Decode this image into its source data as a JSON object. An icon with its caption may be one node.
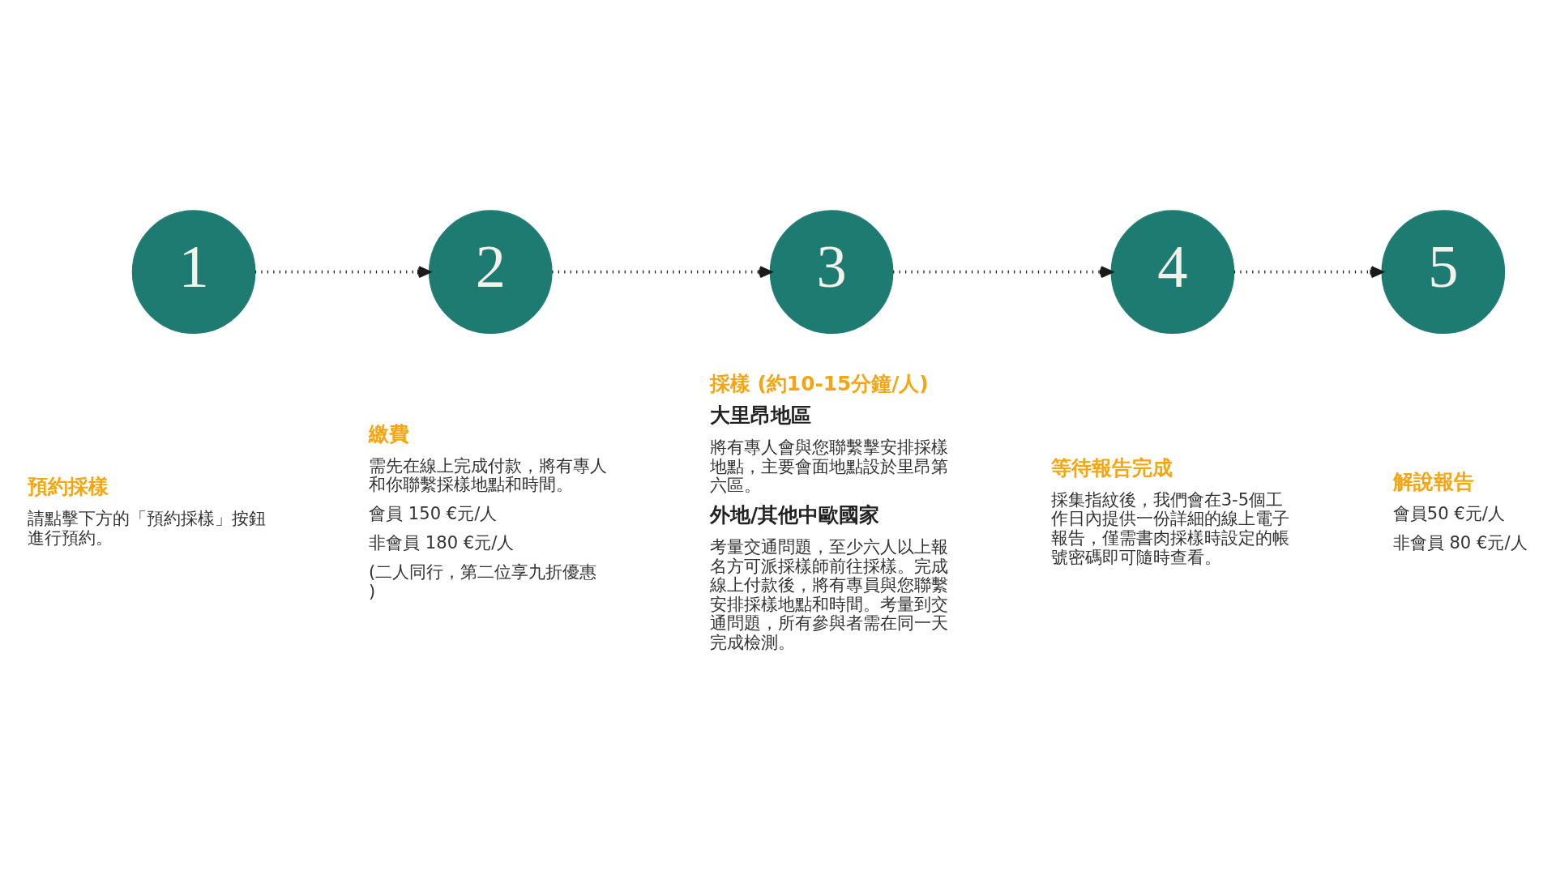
{
  "diagram": {
    "nodes": [
      {
        "text": [
          "1"
        ],
        "beside": [
          "預約採樣",
          "請點擊下方的「預約採樣」按鈕進行預約。"
        ]
      },
      {
        "text": [
          "2"
        ],
        "beside": [
          "繳費",
          "需先在線上完成付款，將有專人和你聯繫採樣地點和時間。",
          "會員 150 €元/人",
          "非會員 180 €元/人",
          "(二人同行，第二位享九折優惠)"
        ]
      },
      {
        "text": [
          "3"
        ],
        "beside": [
          "採樣 (約10-15分鐘/人)",
          "大里昂地區",
          "將有專人會與您聯繫擊安排採樣地點，主要會面地點設於里昂第六區。",
          "外地/其他中歐國家",
          "考量交通問題，至少六人以上報名方可派採樣師前往採樣。完成線上付款後，將有專員與您聯繫安排採樣地點和時間。考量到交通問題，所有參與者需在同一天完成檢測。"
        ]
      },
      {
        "text": [
          "4"
        ],
        "beside": [
          "等待報告完成",
          "採集指紋後，我們會在3-5個工作日內提供一份詳細的線上電子報告，僅需書肉採樣時設定的帳號密碼即可隨時查看。"
        ]
      },
      {
        "text": [
          "5"
        ],
        "beside": [
          "解說報告",
          "會員50 €元/人",
          "非會員 80 €元/人"
        ]
      }
    ],
    "edges": [
      {
        "from": 0,
        "to": 1,
        "arrow": "to",
        "style": "dashed"
      },
      {
        "from": 1,
        "to": 2,
        "arrow": "to",
        "style": "dashed"
      },
      {
        "from": 2,
        "to": 3,
        "arrow": "to",
        "style": "dashed"
      },
      {
        "from": 3,
        "to": 4,
        "arrow": "to",
        "style": "dashed"
      }
    ]
  }
}
